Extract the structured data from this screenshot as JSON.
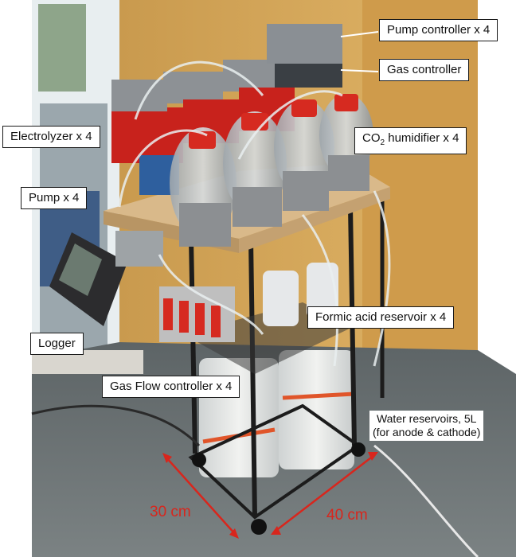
{
  "labels": {
    "pump_controller": "Pump controller x 4",
    "gas_controller": "Gas controller",
    "electrolyzer": "Electrolyzer x 4",
    "co2_humidifier_prefix": "CO",
    "co2_humidifier_sub": "2",
    "co2_humidifier_suffix": " humidifier x 4",
    "pump": "Pump x 4",
    "formic_acid_reservoir": "Formic acid reservoir x 4",
    "logger": "Logger",
    "gas_flow_controller": "Gas Flow controller x 4",
    "water_reservoirs_line1": "Water reservoirs, 5L",
    "water_reservoirs_line2": "(for anode & cathode)"
  },
  "dimensions": {
    "width_label": "30 cm",
    "depth_label": "40 cm"
  },
  "colors": {
    "annotation_red": "#d8261d",
    "electrolyzer_red": "#c8221c",
    "wood_shelf": "#d9b98a",
    "wall": "#d8a85c",
    "floor": "#6d7476"
  }
}
